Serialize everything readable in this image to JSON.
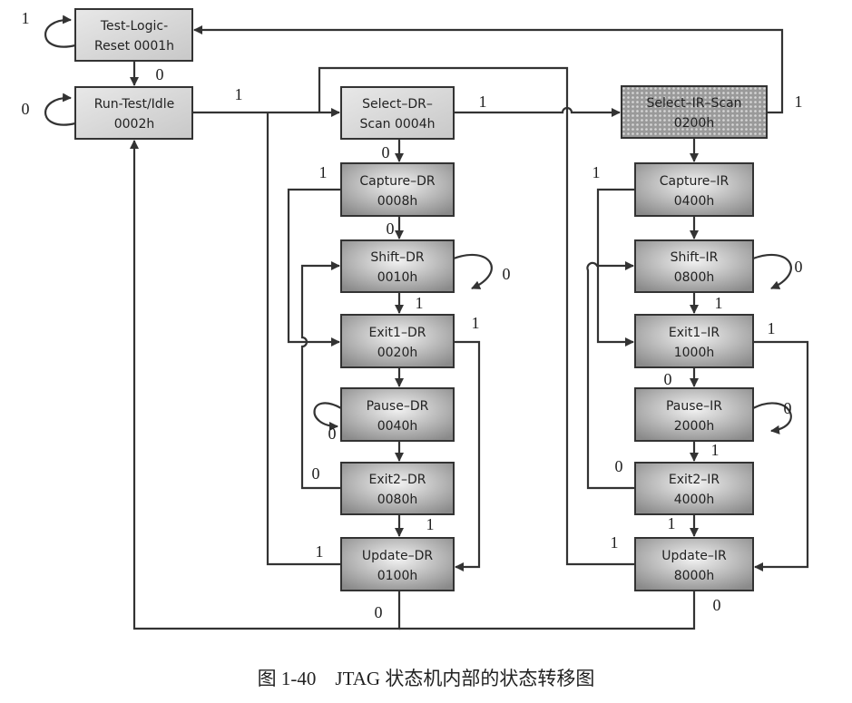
{
  "states": {
    "tlr": {
      "line1": "Test-Logic-",
      "line2": "Reset 0001h"
    },
    "rti": {
      "line1": "Run-Test/Idle",
      "line2": "0002h"
    },
    "sel_dr": {
      "line1": "Select–DR–",
      "line2": "Scan 0004h"
    },
    "cap_dr": {
      "line1": "Capture–DR",
      "line2": "0008h"
    },
    "shift_dr": {
      "line1": "Shift–DR",
      "line2": "0010h"
    },
    "exit1_dr": {
      "line1": "Exit1–DR",
      "line2": "0020h"
    },
    "pause_dr": {
      "line1": "Pause–DR",
      "line2": "0040h"
    },
    "exit2_dr": {
      "line1": "Exit2–DR",
      "line2": "0080h"
    },
    "update_dr": {
      "line1": "Update–DR",
      "line2": "0100h"
    },
    "sel_ir": {
      "line1": "Select–IR–Scan",
      "line2": "0200h"
    },
    "cap_ir": {
      "line1": "Capture–IR",
      "line2": "0400h"
    },
    "shift_ir": {
      "line1": "Shift–IR",
      "line2": "0800h"
    },
    "exit1_ir": {
      "line1": "Exit1–IR",
      "line2": "1000h"
    },
    "pause_ir": {
      "line1": "Pause–IR",
      "line2": "2000h"
    },
    "exit2_ir": {
      "line1": "Exit2–IR",
      "line2": "4000h"
    },
    "update_ir": {
      "line1": "Update–IR",
      "line2": "8000h"
    }
  },
  "transitions": {
    "tlr_self": "1",
    "tlr_to_rti": "0",
    "rti_self": "0",
    "rti_to_sel_dr": "1",
    "sel_dr_to_sel_ir": "1",
    "sel_dr_to_cap_dr": "0",
    "sel_ir_to_tlr": "1",
    "cap_dr_to_exit1_dr": "1",
    "cap_dr_to_shift_dr": "0",
    "shift_dr_self": "0",
    "shift_dr_to_exit1_dr": "1",
    "exit1_dr_to_update_dr": "1",
    "pause_dr_self": "0",
    "exit2_dr_to_shift_dr": "0",
    "exit2_dr_to_update_dr": "1",
    "update_dr_to_sel_dr": "1",
    "update_dr_to_rti": "0",
    "cap_ir_to_exit1_ir": "1",
    "shift_ir_self": "0",
    "shift_ir_to_exit1_ir": "1",
    "exit1_ir_to_update_ir": "1",
    "exit1_ir_to_pause_ir": "0",
    "pause_ir_self": "0",
    "pause_ir_to_exit2_ir": "1",
    "exit2_ir_to_shift_ir": "0",
    "exit2_ir_to_update_ir": "1",
    "update_ir_to_sel_dr": "1",
    "update_ir_to_rti": "0"
  },
  "caption": "图 1-40　JTAG 状态机内部的状态转移图",
  "colors": {
    "light_box": "#d9d9d9",
    "dark_box": "#8c8c8c",
    "line": "#333333"
  }
}
